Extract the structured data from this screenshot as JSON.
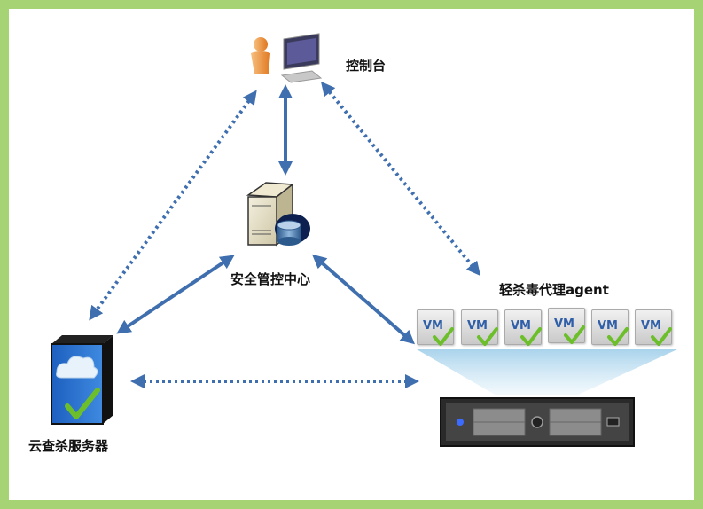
{
  "diagram": {
    "nodes": {
      "console": {
        "label": "控制台",
        "icon": "user-computer-icon"
      },
      "management": {
        "label": "安全管控中心",
        "icon": "server-database-icon"
      },
      "cloud_server": {
        "label": "云查杀服务器",
        "icon": "cloud-server-icon"
      },
      "agent": {
        "label": "轻杀毒代理agent",
        "icon": "vm-host-icon"
      }
    },
    "vms": [
      {
        "label": "VM"
      },
      {
        "label": "VM"
      },
      {
        "label": "VM"
      },
      {
        "label": "VM"
      },
      {
        "label": "VM"
      },
      {
        "label": "VM"
      }
    ],
    "links": [
      {
        "from": "console",
        "to": "management",
        "style": "solid"
      },
      {
        "from": "console",
        "to": "cloud_server",
        "style": "dotted"
      },
      {
        "from": "console",
        "to": "agent",
        "style": "dotted"
      },
      {
        "from": "management",
        "to": "cloud_server",
        "style": "solid"
      },
      {
        "from": "management",
        "to": "agent",
        "style": "solid"
      },
      {
        "from": "cloud_server",
        "to": "agent",
        "style": "dotted"
      }
    ],
    "colors": {
      "border": "#a6d374",
      "arrow": "#3f6fae",
      "check": "#6cbf2a"
    }
  }
}
